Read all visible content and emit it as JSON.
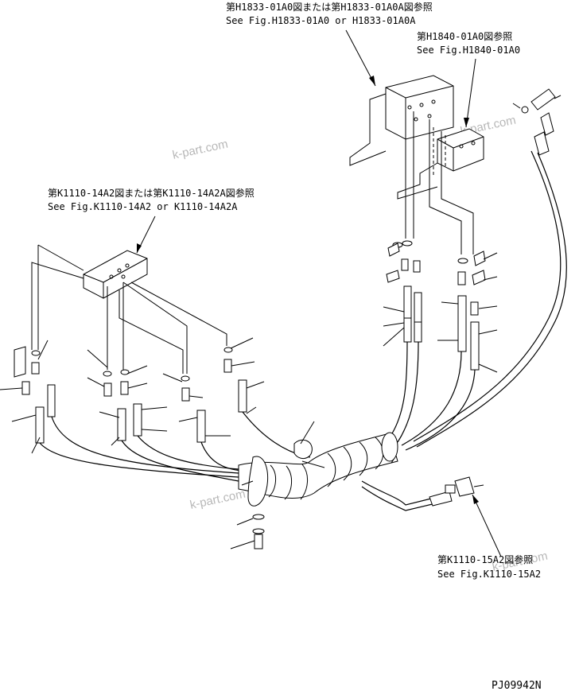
{
  "references": {
    "ref_h1833_line1": "第H1833-01A0図または第H1833-01A0A図参照",
    "ref_h1833_line2": "See Fig.H1833-01A0 or H1833-01A0A",
    "ref_h1840_line1": "第H1840-01A0図参照",
    "ref_h1840_line2": "See Fig.H1840-01A0",
    "ref_k1110a_line1": "第K1110-14A2図または第K1110-14A2A図参照",
    "ref_k1110a_line2": "See Fig.K1110-14A2 or K1110-14A2A",
    "ref_k1110b_line1": "第K1110-15A2図参照",
    "ref_k1110b_line2": "See Fig.K1110-15A2"
  },
  "watermarks": [
    "k-part.com",
    "k-part.com",
    "k-part.com",
    "k-part.com"
  ],
  "drawing_id": "PJ09942N"
}
